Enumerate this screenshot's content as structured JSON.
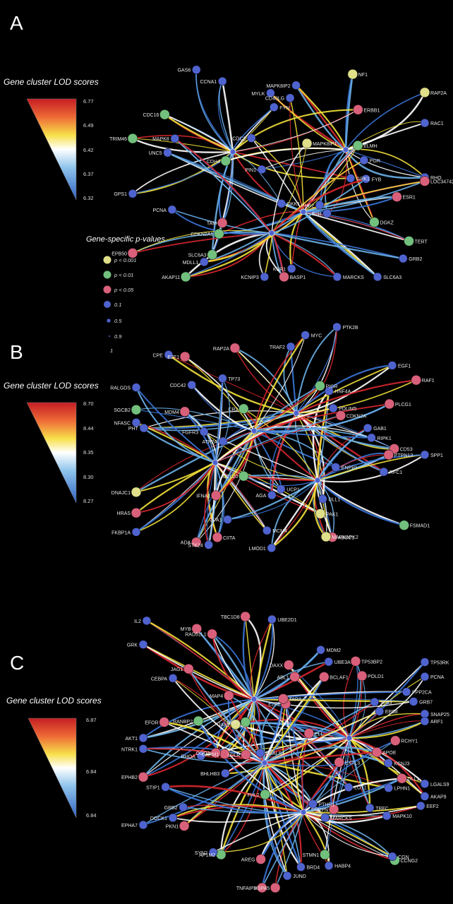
{
  "colors": {
    "background": "#000000",
    "node": {
      "p001": "#e0df8a",
      "p01": "#72c07d",
      "p05": "#d9607a",
      "p1": "#4f63cf"
    },
    "edge": [
      "#d8272f",
      "#f2e03a",
      "#ffffff",
      "#3a75d8",
      "#6ab0e8"
    ],
    "gradient": [
      "#c41d23",
      "#ee6a36",
      "#f7e04a",
      "#ffffff",
      "#8fc4ec",
      "#2f62c4"
    ]
  },
  "legend_pvalues": {
    "title": "Gene-specific p-values",
    "items": [
      {
        "label": "p < 0.001",
        "kind": "p001"
      },
      {
        "label": "p < 0.01",
        "kind": "p01"
      },
      {
        "label": "p < 0.05",
        "kind": "p05"
      },
      {
        "label": "0.1",
        "kind": "p1"
      },
      {
        "label": "0.5",
        "kind": "p5"
      },
      {
        "label": "0.9",
        "kind": "p9"
      },
      {
        "label": "1",
        "kind": "p10"
      }
    ]
  },
  "panels": [
    {
      "letter": "A",
      "lod_title": "Gene cluster LOD scores",
      "lod_ticks": [
        "6.77",
        "6.49",
        "6.42",
        "6.37",
        "6.32"
      ],
      "genes": [
        {
          "name": "GRK1",
          "kind": "p1"
        },
        {
          "name": "RHO",
          "kind": "p1"
        },
        {
          "name": "TERT",
          "kind": "p01"
        },
        {
          "name": "MARCKS",
          "kind": "p1"
        },
        {
          "name": "DKK1",
          "kind": "p1"
        },
        {
          "name": "DGKZ",
          "kind": "p01"
        },
        {
          "name": "SLC6A3",
          "kind": "p1"
        },
        {
          "name": "BASP1",
          "kind": "p05"
        },
        {
          "name": "TAM",
          "kind": "p05"
        },
        {
          "name": "E2R",
          "kind": "p1"
        },
        {
          "name": "KSR1",
          "kind": "p1"
        },
        {
          "name": "KCNIP3",
          "kind": "p1"
        },
        {
          "name": "SLC6A3",
          "kind": "p01"
        },
        {
          "name": "PHB2",
          "kind": "p1"
        },
        {
          "name": "MDLL1",
          "kind": "p1"
        },
        {
          "name": "AKAP11",
          "kind": "p01"
        },
        {
          "name": "GPS1",
          "kind": "p1"
        },
        {
          "name": "PIN1",
          "kind": "p1"
        },
        {
          "name": "CDKN2A1",
          "kind": "p01"
        },
        {
          "name": "EPB50",
          "kind": "p05"
        },
        {
          "name": "TRIM46",
          "kind": "p01"
        },
        {
          "name": "CDH4",
          "kind": "p01"
        },
        {
          "name": "UNC5",
          "kind": "p1"
        },
        {
          "name": "PCNA",
          "kind": "p1"
        },
        {
          "name": "CDC16",
          "kind": "p01"
        },
        {
          "name": "MYLK",
          "kind": "p1"
        },
        {
          "name": "CDC2",
          "kind": "p1"
        },
        {
          "name": "MAPK8",
          "kind": "p1"
        },
        {
          "name": "GAS6",
          "kind": "p1"
        },
        {
          "name": "MAPK8IP2",
          "kind": "p1"
        },
        {
          "name": "CD40LG",
          "kind": "p1"
        },
        {
          "name": "MAPK8IP1",
          "kind": "p001"
        },
        {
          "name": "CCNA1",
          "kind": "p1"
        },
        {
          "name": "NF1",
          "kind": "p001"
        },
        {
          "name": "ELMH",
          "kind": "p01"
        },
        {
          "name": "PGR",
          "kind": "p1"
        },
        {
          "name": "FYN",
          "kind": "p1"
        },
        {
          "name": "RAP2A",
          "kind": "p001"
        },
        {
          "name": "LOC347422",
          "kind": "p05"
        },
        {
          "name": "FYB",
          "kind": "p1"
        },
        {
          "name": "ERBB1",
          "kind": "p05"
        },
        {
          "name": "RAC1",
          "kind": "p1"
        },
        {
          "name": "ESR1",
          "kind": "p05"
        },
        {
          "name": "GRB2",
          "kind": "p1"
        }
      ]
    },
    {
      "letter": "B",
      "lod_title": "Gene cluster LOD scores",
      "lod_ticks": [
        "8.70",
        "8.44",
        "8.35",
        "8.30",
        "8.27"
      ],
      "genes": [
        {
          "name": "PAK1",
          "kind": "p001"
        },
        {
          "name": "CD53",
          "kind": "p05"
        },
        {
          "name": "FSMAD1",
          "kind": "p01"
        },
        {
          "name": "ENPP1",
          "kind": "p1"
        },
        {
          "name": "MCM4",
          "kind": "p1"
        },
        {
          "name": "RFC1",
          "kind": "p1"
        },
        {
          "name": "ABCC1",
          "kind": "p05"
        },
        {
          "name": "UCP1",
          "kind": "p1"
        },
        {
          "name": "CIITA",
          "kind": "p05"
        },
        {
          "name": "DLL1",
          "kind": "p1"
        },
        {
          "name": "MAPKAPK2",
          "kind": "p001"
        },
        {
          "name": "ADA",
          "kind": "p05"
        },
        {
          "name": "STK24",
          "kind": "p1"
        },
        {
          "name": "AGA",
          "kind": "p1"
        },
        {
          "name": "LMOD1",
          "kind": "p1"
        },
        {
          "name": "IFNA1",
          "kind": "p05"
        },
        {
          "name": "FKBP1A",
          "kind": "p1"
        },
        {
          "name": "ATP2A",
          "kind": "p1"
        },
        {
          "name": "CPA1",
          "kind": "p1"
        },
        {
          "name": "DNAJC1",
          "kind": "p001"
        },
        {
          "name": "HRAS",
          "kind": "p05"
        },
        {
          "name": "PHT",
          "kind": "p1"
        },
        {
          "name": "CCL20",
          "kind": "p01"
        },
        {
          "name": "SGCB2",
          "kind": "p01"
        },
        {
          "name": "NFASC",
          "kind": "p1"
        },
        {
          "name": "CPE",
          "kind": "p1"
        },
        {
          "name": "FGFR3",
          "kind": "p1"
        },
        {
          "name": "CDC42",
          "kind": "p1"
        },
        {
          "name": "RALGDS",
          "kind": "p1"
        },
        {
          "name": "RAP2A",
          "kind": "p05"
        },
        {
          "name": "CR2",
          "kind": "p01"
        },
        {
          "name": "E2F1",
          "kind": "p05"
        },
        {
          "name": "MDM4",
          "kind": "p05"
        },
        {
          "name": "TRAF2",
          "kind": "p1"
        },
        {
          "name": "HNF4A",
          "kind": "p1"
        },
        {
          "name": "MYC",
          "kind": "p1"
        },
        {
          "name": "TP73",
          "kind": "p1"
        },
        {
          "name": "PTK2B",
          "kind": "p1"
        },
        {
          "name": "GAB1",
          "kind": "p1"
        },
        {
          "name": "PIGR",
          "kind": "p01"
        },
        {
          "name": "PDLIM5",
          "kind": "p1"
        },
        {
          "name": "EGF1",
          "kind": "p1"
        },
        {
          "name": "PTPN13",
          "kind": "p05"
        },
        {
          "name": "PLCG1",
          "kind": "p05"
        },
        {
          "name": "CDKN2A",
          "kind": "p05"
        },
        {
          "name": "RAF1",
          "kind": "p05"
        },
        {
          "name": "SPP1",
          "kind": "p1"
        },
        {
          "name": "RIPK1",
          "kind": "p1"
        }
      ]
    },
    {
      "letter": "C",
      "lod_title": "Gene cluster LOD scores",
      "lod_ticks": [
        "6.87",
        "6.84",
        "6.84"
      ],
      "genes": [
        {
          "name": "LPHN1",
          "kind": "p1"
        },
        {
          "name": "LGALS9",
          "kind": "p1"
        },
        {
          "name": "CCNG2",
          "kind": "p01"
        },
        {
          "name": "KCNJ3",
          "kind": "p1"
        },
        {
          "name": "MARCKS",
          "kind": "p1"
        },
        {
          "name": "AKAP9",
          "kind": "p1"
        },
        {
          "name": "CGN",
          "kind": "p1"
        },
        {
          "name": "LOT1",
          "kind": "p1"
        },
        {
          "name": "PTHR1",
          "kind": "p1"
        },
        {
          "name": "TRFC",
          "kind": "p1"
        },
        {
          "name": "HABP4",
          "kind": "p1"
        },
        {
          "name": "LGALS4",
          "kind": "p1"
        },
        {
          "name": "BRD4",
          "kind": "p1"
        },
        {
          "name": "SNRPN",
          "kind": "p05"
        },
        {
          "name": "HSPA5",
          "kind": "p05"
        },
        {
          "name": "LDLR",
          "kind": "p05"
        },
        {
          "name": "JUND",
          "kind": "p1"
        },
        {
          "name": "STMN1",
          "kind": "p01"
        },
        {
          "name": "TNFAIP3",
          "kind": "p05"
        },
        {
          "name": "CARM1",
          "kind": "p05"
        },
        {
          "name": "AP1M2",
          "kind": "p01"
        },
        {
          "name": "FHL2",
          "kind": "p01"
        },
        {
          "name": "AREG",
          "kind": "p05"
        },
        {
          "name": "OGG1",
          "kind": "p05"
        },
        {
          "name": "PKN1",
          "kind": "p05"
        },
        {
          "name": "BHLHB3",
          "kind": "p1"
        },
        {
          "name": "SYN2",
          "kind": "p1"
        },
        {
          "name": "EPHB2",
          "kind": "p05"
        },
        {
          "name": "EPHA7",
          "kind": "p1"
        },
        {
          "name": "RHOA",
          "kind": "p1"
        },
        {
          "name": "DOCK1",
          "kind": "p1"
        },
        {
          "name": "AKT1",
          "kind": "p1"
        },
        {
          "name": "NTRK1",
          "kind": "p1"
        },
        {
          "name": "NCK1",
          "kind": "p01"
        },
        {
          "name": "GRB2",
          "kind": "p1"
        },
        {
          "name": "GRK",
          "kind": "p1"
        },
        {
          "name": "EFOR",
          "kind": "p05"
        },
        {
          "name": "JAK2",
          "kind": "p001"
        },
        {
          "name": "STIP1",
          "kind": "p1"
        },
        {
          "name": "IL2",
          "kind": "p1"
        },
        {
          "name": "CEBPA",
          "kind": "p1"
        },
        {
          "name": "ABL1",
          "kind": "p05"
        },
        {
          "name": "RANBP2",
          "kind": "p01"
        },
        {
          "name": "MYB",
          "kind": "p05"
        },
        {
          "name": "JAG1",
          "kind": "p05"
        },
        {
          "name": "DAXX",
          "kind": "p05"
        },
        {
          "name": "E2F2",
          "kind": "p05"
        },
        {
          "name": "RAD51L1",
          "kind": "p05"
        },
        {
          "name": "MAP4",
          "kind": "p05"
        },
        {
          "name": "POLD1",
          "kind": "p05"
        },
        {
          "name": "ELL",
          "kind": "p05"
        },
        {
          "name": "TBC1D8",
          "kind": "p05"
        },
        {
          "name": "TARA",
          "kind": "p05"
        },
        {
          "name": "TP53BP2",
          "kind": "p05"
        },
        {
          "name": "EXTL3",
          "kind": "p05"
        },
        {
          "name": "UBE2D1",
          "kind": "p1"
        },
        {
          "name": "BCLAF1",
          "kind": "p05"
        },
        {
          "name": "TP53RK",
          "kind": "p1"
        },
        {
          "name": "RCHY1",
          "kind": "p05"
        },
        {
          "name": "UBE3A",
          "kind": "p1"
        },
        {
          "name": "EPS8",
          "kind": "p1"
        },
        {
          "name": "PCNA",
          "kind": "p1"
        },
        {
          "name": "DLL1",
          "kind": "p05"
        },
        {
          "name": "MDM2",
          "kind": "p1"
        },
        {
          "name": "TP53",
          "kind": "p1"
        },
        {
          "name": "SNAP25",
          "kind": "p1"
        },
        {
          "name": "MAPK10",
          "kind": "p1"
        },
        {
          "name": "PPP2CA",
          "kind": "p1"
        },
        {
          "name": "APOE",
          "kind": "p05"
        },
        {
          "name": "ARF1",
          "kind": "p1"
        },
        {
          "name": "EEF2",
          "kind": "p1"
        },
        {
          "name": "GRB7",
          "kind": "p1"
        }
      ]
    }
  ]
}
